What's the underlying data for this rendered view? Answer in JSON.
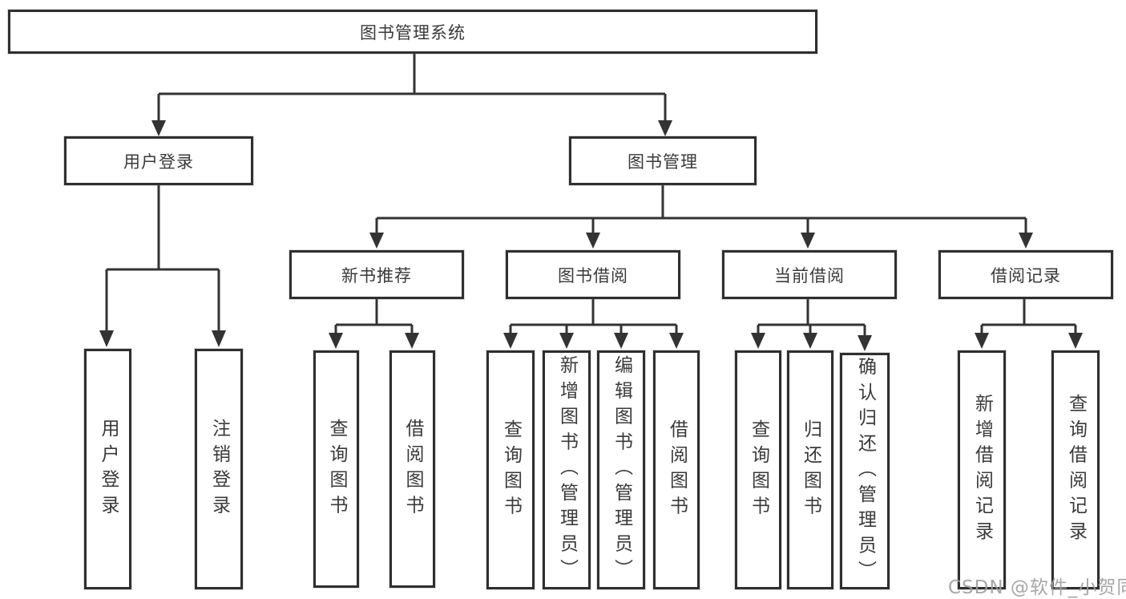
{
  "diagram": {
    "title": "图书管理系统",
    "tree": {
      "root": {
        "label": "图书管理系统"
      },
      "branches": [
        {
          "label": "用户登录",
          "children": [
            {
              "label": "用户登录"
            },
            {
              "label": "注销登录"
            }
          ]
        },
        {
          "label": "图书管理",
          "children": [
            {
              "label": "新书推荐",
              "children": [
                {
                  "label": "查询图书"
                },
                {
                  "label": "借阅图书"
                }
              ]
            },
            {
              "label": "图书借阅",
              "children": [
                {
                  "label": "查询图书"
                },
                {
                  "label": "新增图书（管理员）"
                },
                {
                  "label": "编辑图书（管理员）"
                },
                {
                  "label": "借阅图书"
                }
              ]
            },
            {
              "label": "当前借阅",
              "children": [
                {
                  "label": "查询图书"
                },
                {
                  "label": "归还图书"
                },
                {
                  "label": "确认归还（管理员）"
                }
              ]
            },
            {
              "label": "借阅记录",
              "children": [
                {
                  "label": "新增借阅记录"
                },
                {
                  "label": "查询借阅记录"
                }
              ]
            }
          ]
        }
      ]
    },
    "colors": {
      "box_border": "#2f2f2f",
      "connector": "#333333",
      "text": "#3a3a3a",
      "watermark": "#a0a0a0",
      "background": "#ffffff"
    }
  },
  "watermark": "CSDN @软件_小贺同学"
}
